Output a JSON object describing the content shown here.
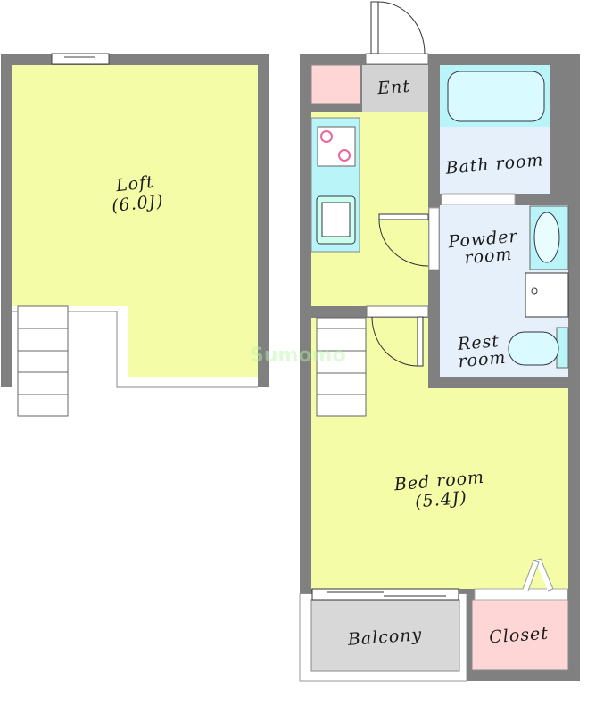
{
  "rooms": {
    "loft": {
      "name": "Loft",
      "size": "(6.0J)"
    },
    "entrance": {
      "name": "Ent"
    },
    "bath": {
      "name": "Bath room"
    },
    "powder": {
      "name": "Powder",
      "name2": "room"
    },
    "rest": {
      "name": "Rest",
      "name2": "room"
    },
    "bedroom": {
      "name": "Bed room",
      "size": "(5.4J)"
    },
    "balcony": {
      "name": "Balcony"
    },
    "closet": {
      "name": "Closet"
    }
  },
  "watermark": "Sumomo",
  "colors": {
    "wall": "#808080",
    "floor_yellow": "#f5fca8",
    "wet_blue": "#e6f0fb",
    "fixture_cyan": "#b8f4f8",
    "pink": "#ffd6d6",
    "gray_floor": "#d3d3d3"
  }
}
